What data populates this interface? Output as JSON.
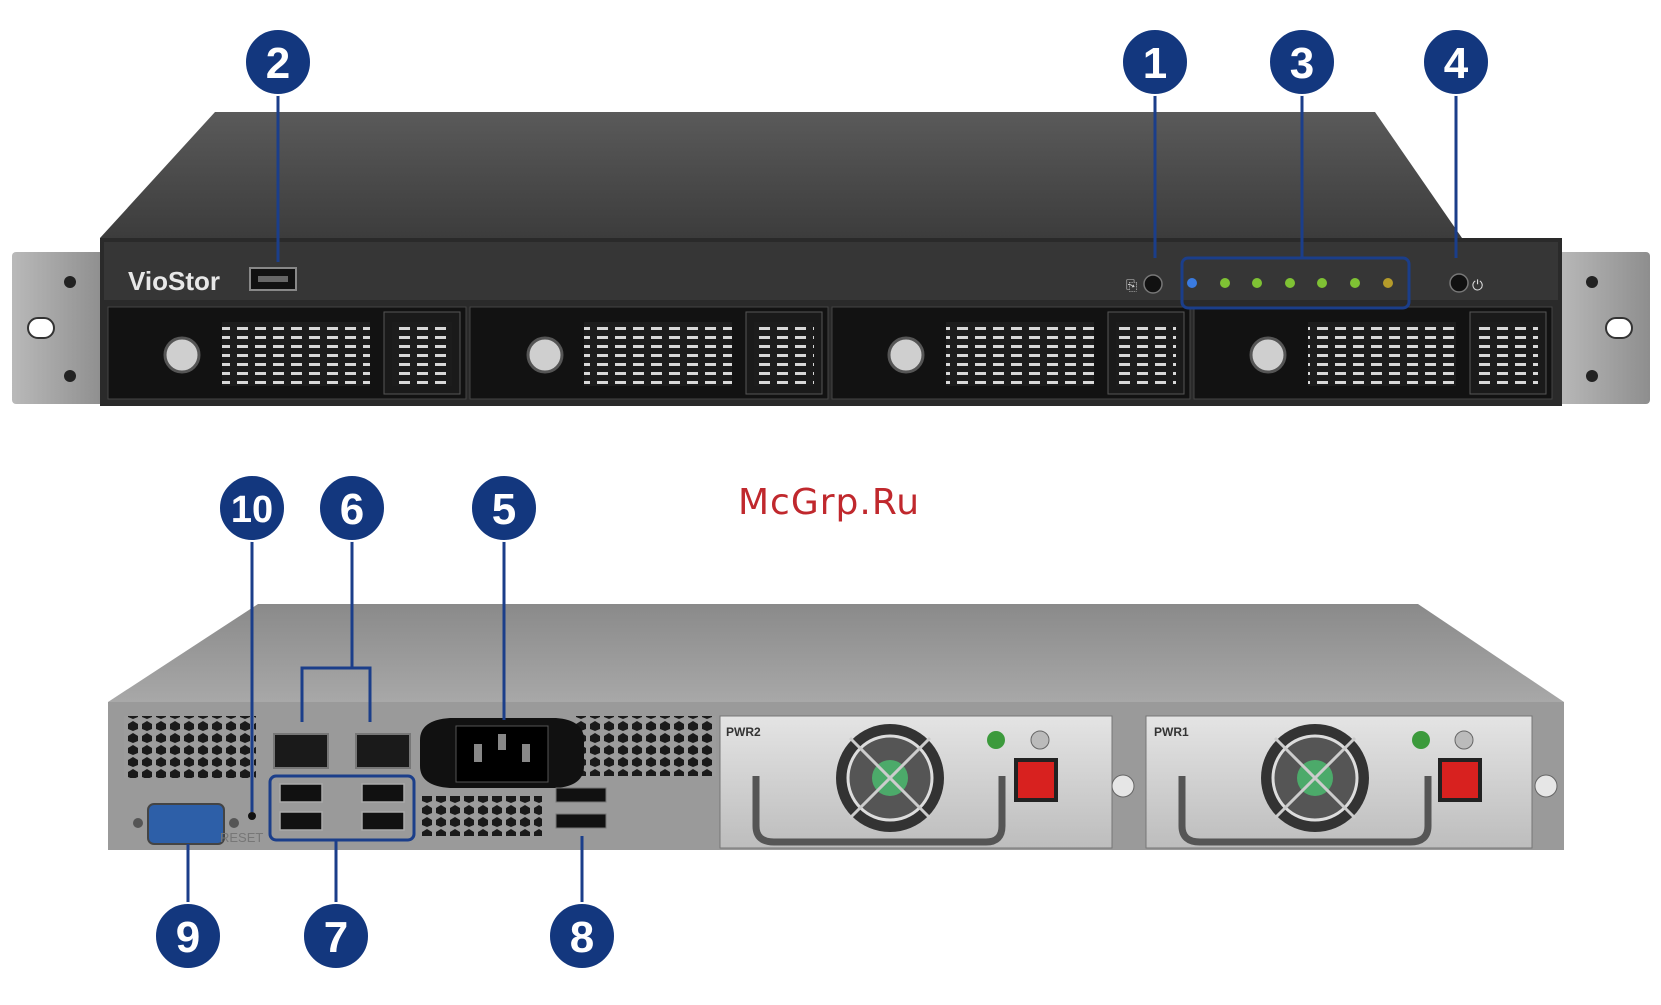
{
  "brand": "VioStor",
  "watermark": "McGrp.Ru",
  "reset_label": "RESET",
  "psu_left_label": "PWR2",
  "psu_right_label": "PWR1",
  "callouts": [
    "1",
    "2",
    "3",
    "4",
    "5",
    "6",
    "7",
    "8",
    "9",
    "10"
  ],
  "colors": {
    "callout_fill": "#13377e",
    "callout_line": "#1b3e8a",
    "chassis_dark": "#2e2e2e",
    "led_green": "#7fc234",
    "led_blue": "#3a7be0",
    "watermark": "#c0282d",
    "switch_red": "#d8211f"
  }
}
